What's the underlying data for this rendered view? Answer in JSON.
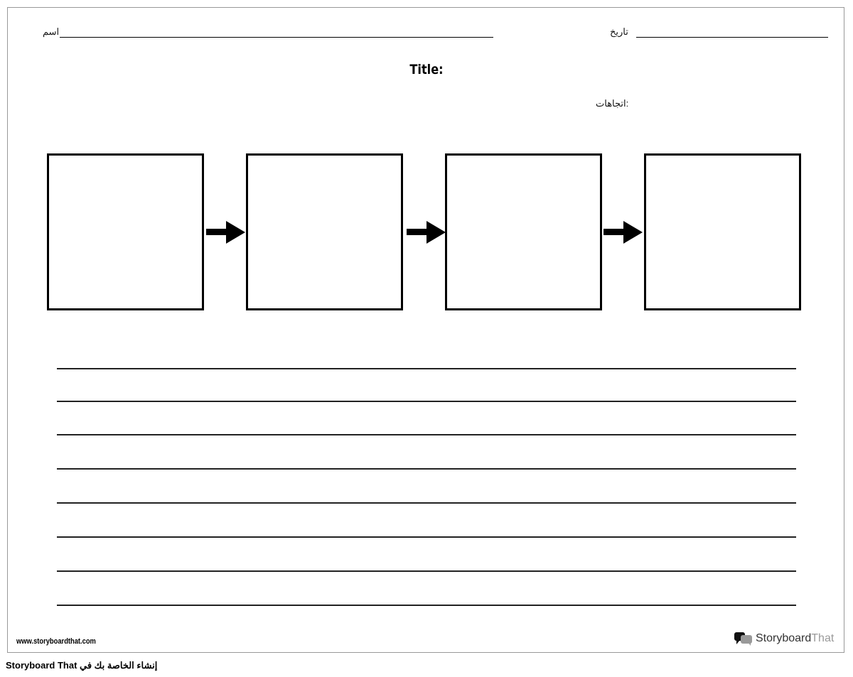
{
  "header": {
    "name_label": "اسم",
    "date_label": "تاريخ"
  },
  "title": "Title:",
  "directions_label": "اتجاهات:",
  "footer": {
    "url": "www.storyboardthat.com",
    "logo_main": "Storyboard",
    "logo_accent": "That",
    "credit": "Storyboard That إنشاء الخاصة بك في"
  },
  "colors": {
    "logo_accent": "#9a9a9a"
  }
}
